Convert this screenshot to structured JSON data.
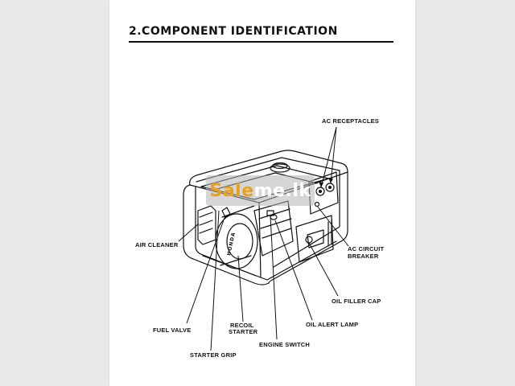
{
  "document": {
    "title": "2.COMPONENT IDENTIFICATION",
    "labels": {
      "ac_receptacles": "AC RECEPTACLES",
      "air_cleaner": "AIR CLEANER",
      "ac_circuit_breaker_line1": "AC CIRCUIT",
      "ac_circuit_breaker_line2": "BREAKER",
      "oil_filler_cap": "OIL  FILLER CAP",
      "fuel_valve": "FUEL VALVE",
      "recoil_starter_line1": "RECOIL",
      "recoil_starter_line2": "STARTER",
      "oil_alert_lamp": "OIL ALERT LAMP",
      "starter_grip": "STARTER GRIP",
      "engine_switch": "ENGINE SWITCH"
    },
    "engine_brand": "HONDA"
  },
  "watermark": {
    "brand_part": "Sale",
    "rest_part": "me.lk",
    "brand_color": "#e8a020"
  },
  "colors": {
    "ink": "#111111",
    "page": "#ffffff",
    "background": "#e9e9e9"
  }
}
